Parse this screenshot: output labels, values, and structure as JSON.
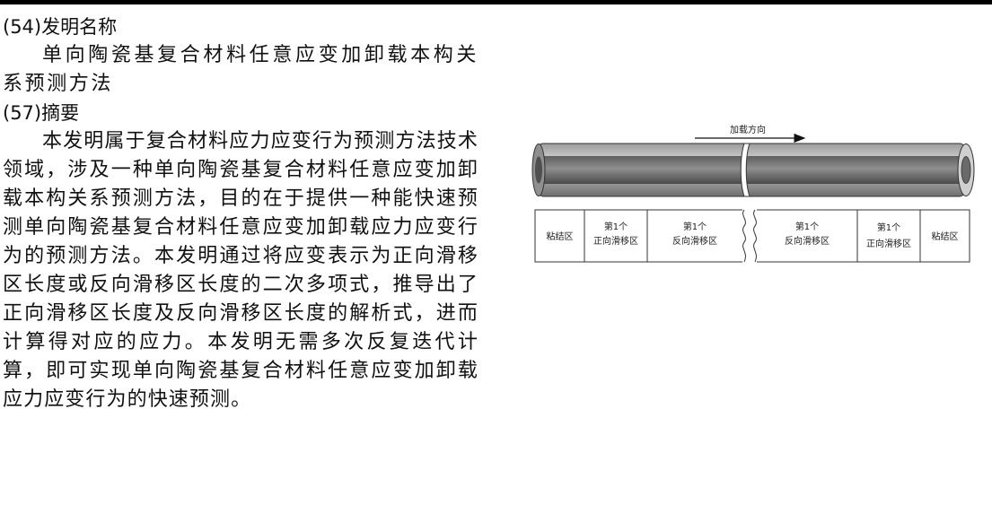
{
  "sections": {
    "title_heading": "(54)发明名称",
    "title_text": "单向陶瓷基复合材料任意应变加卸载本构关系预测方法",
    "abstract_heading": "(57)摘要",
    "abstract_text": "本发明属于复合材料应力应变行为预测方法技术领域，涉及一种单向陶瓷基复合材料任意应变加卸载本构关系预测方法，目的在于提供一种能快速预测单向陶瓷基复合材料任意应变加卸载应力应变行为的预测方法。本发明通过将应变表示为正向滑移区长度或反向滑移区长度的二次多项式，推导出了正向滑移区长度及反向滑移区长度的解析式，进而计算得对应的应力。本发明无需多次反复迭代计算，即可实现单向陶瓷基复合材料任意应变加卸载应力应变行为的快速预测。"
  },
  "figure": {
    "arrow_label": "加载方向",
    "zones": {
      "z1": {
        "line1": "粘结区",
        "line2": ""
      },
      "z2": {
        "line1": "第1个",
        "line2": "正向滑移区"
      },
      "z3": {
        "line1": "第1个",
        "line2": "反向滑移区"
      },
      "z4": {
        "line1": "第1个",
        "line2": "反向滑移区"
      },
      "z5": {
        "line1": "第1个",
        "line2": "正向滑移区"
      },
      "z6": {
        "line1": "粘结区",
        "line2": ""
      }
    }
  }
}
